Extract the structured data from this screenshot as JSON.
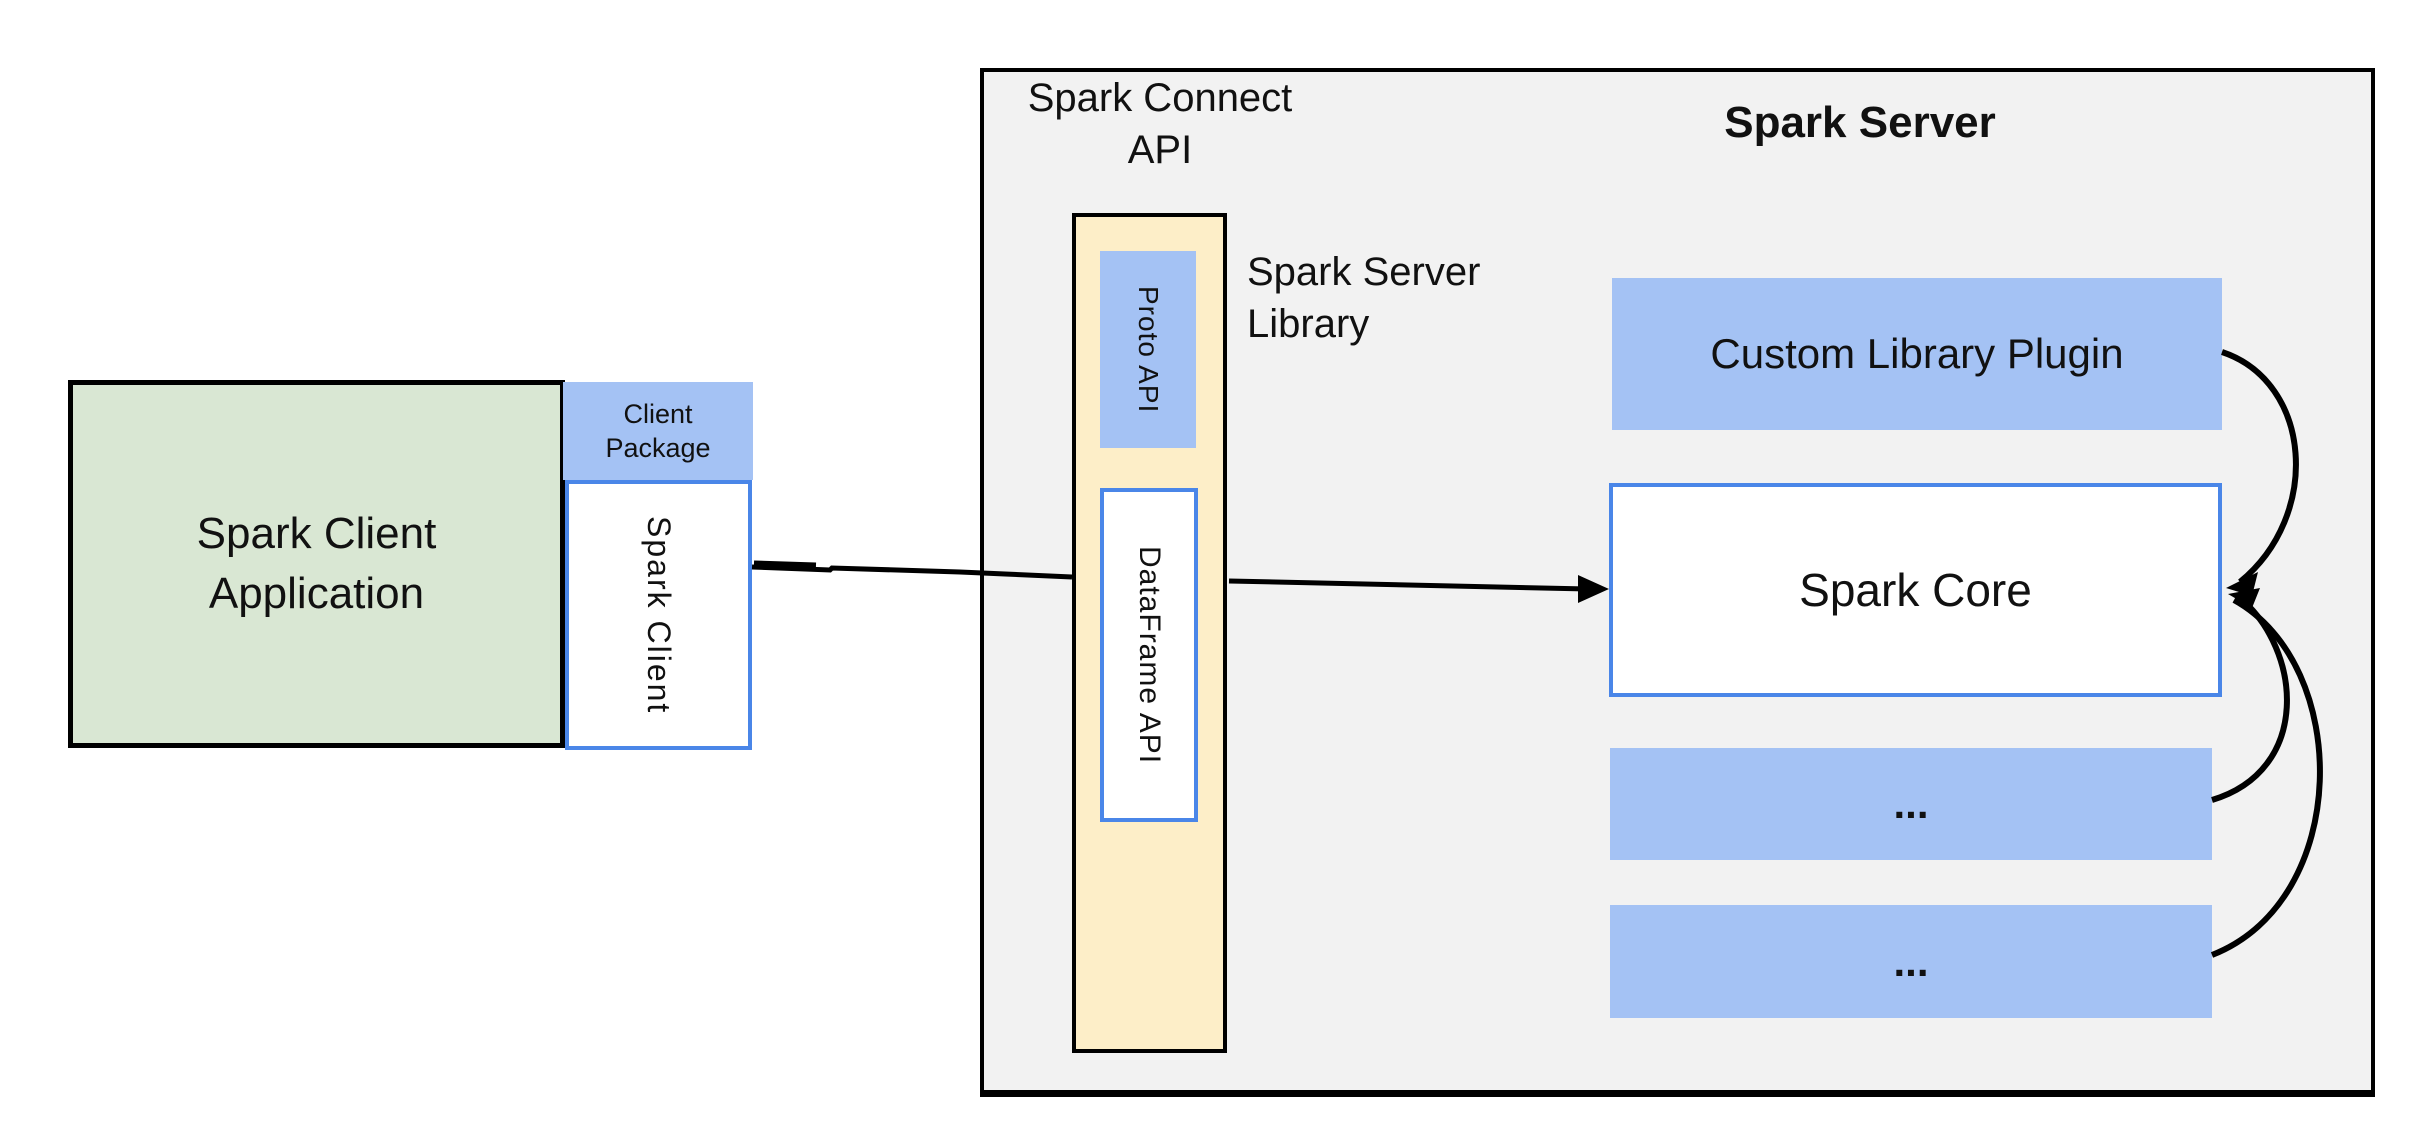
{
  "diagram": {
    "client_app": {
      "line1": "Spark Client",
      "line2": "Application"
    },
    "client_package": {
      "line1": "Client",
      "line2": "Package"
    },
    "spark_client": {
      "label": "Spark Client"
    },
    "spark_connect_api": {
      "line1": "Spark Connect",
      "line2": "API"
    },
    "proto_api": {
      "label": "Proto  API"
    },
    "dataframe_api": {
      "label": "DataFrame API"
    },
    "server_library": {
      "line1": "Spark Server",
      "line2": "Library"
    },
    "server_title": {
      "label": "Spark Server"
    },
    "custom_plugin": {
      "label": "Custom Library Plugin"
    },
    "spark_core": {
      "label": "Spark Core"
    },
    "dots_box_1": {
      "label": "..."
    },
    "dots_box_2": {
      "label": "..."
    }
  },
  "colors": {
    "blue_fill": "#a4c2f4",
    "green_fill": "#d9e7d3",
    "cream_fill": "#fdeec8",
    "container_fill": "#f2f2f2",
    "blue_border": "#4a86e8",
    "line_black": "#000000"
  }
}
